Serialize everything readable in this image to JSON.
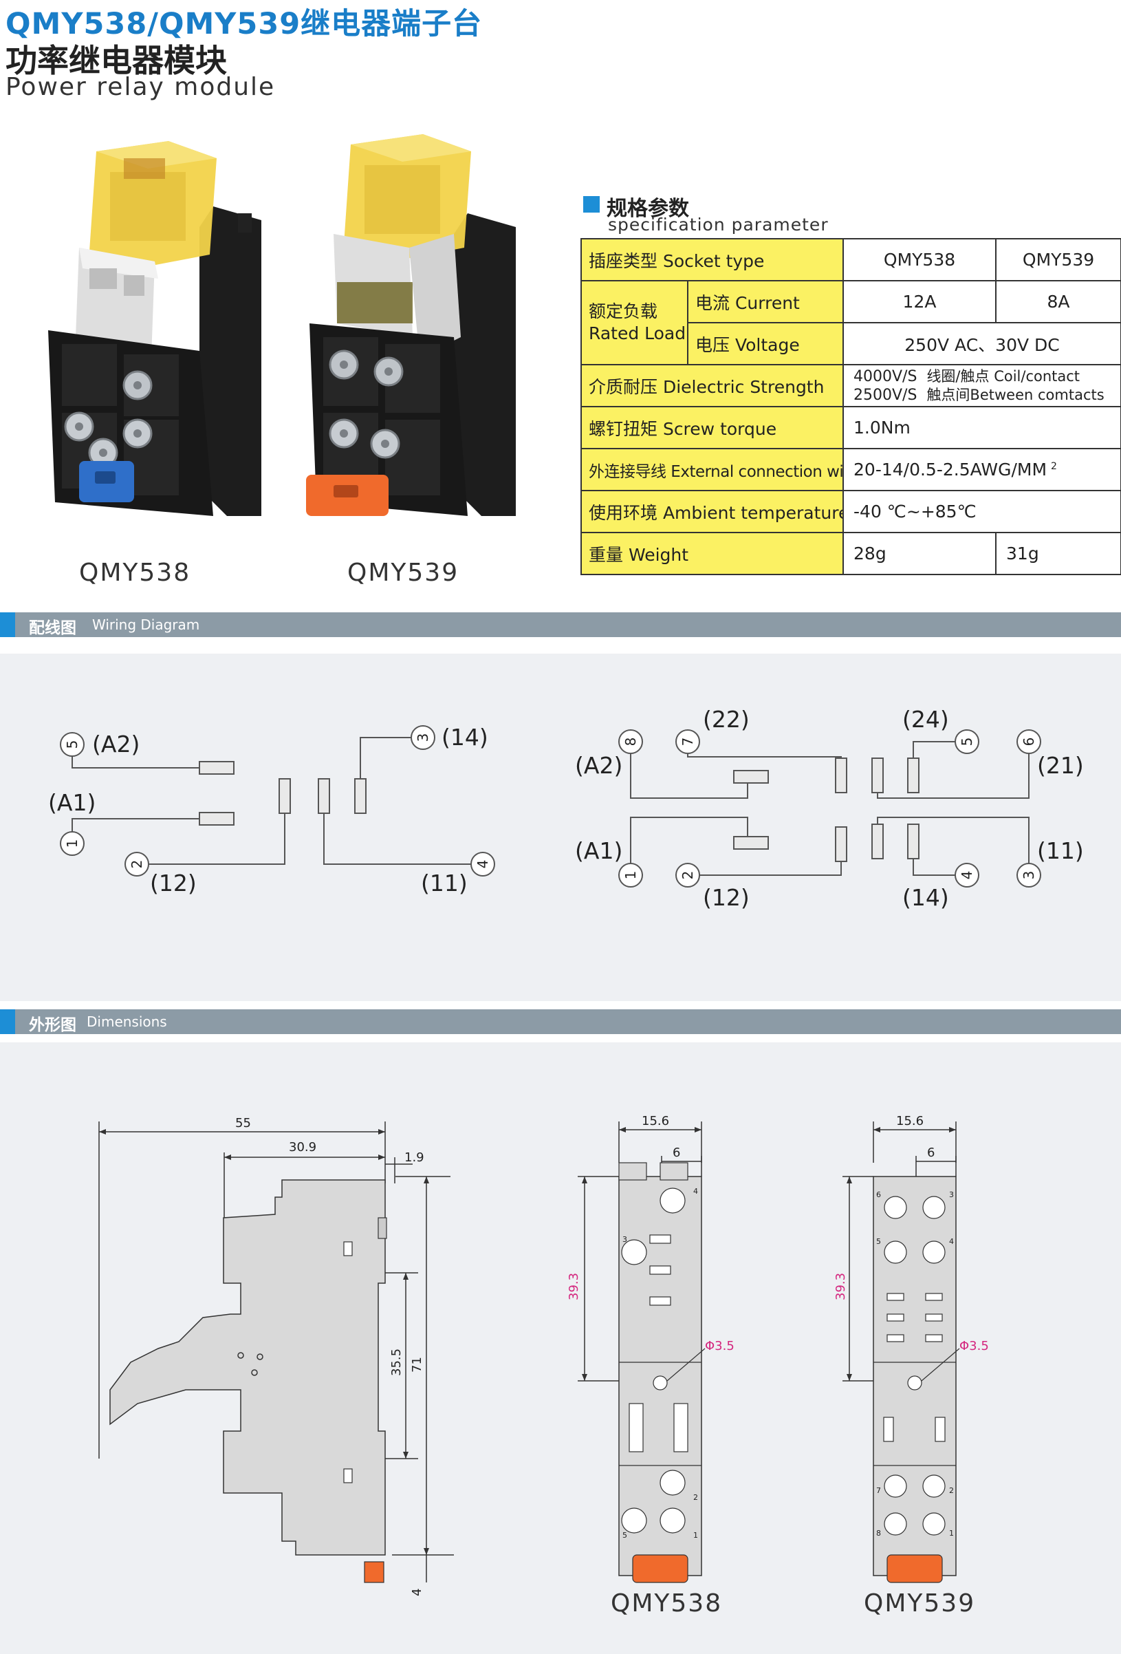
{
  "header": {
    "title": "QMY538/QMY539继电器端子台",
    "subtitle_cn": "功率继电器模块",
    "subtitle_en": "Power relay module"
  },
  "products": [
    {
      "caption": "QMY538",
      "tab_color": "#2f6fc9"
    },
    {
      "caption": "QMY539",
      "tab_color": "#f06a2c"
    }
  ],
  "spec": {
    "heading_cn": "规格参数",
    "heading_en": "specification parameter",
    "rows": {
      "socket_type": {
        "label": "插座类型 Socket type",
        "v1": "QMY538",
        "v2": "QMY539"
      },
      "rated_load": {
        "label_cn": "额定负载",
        "label_en": "Rated Load"
      },
      "current": {
        "label": "电流 Current",
        "v1": "12A",
        "v2": "8A"
      },
      "voltage": {
        "label": "电压 Voltage",
        "value": "250V AC、30V DC"
      },
      "dielectric": {
        "label": "介质耐压 Dielectric Strength",
        "line1_val": "4000V/S",
        "line1_desc": "线圈/触点 Coil/contact",
        "line2_val": "2500V/S",
        "line2_desc": "触点间Between comtacts"
      },
      "screw_torque": {
        "label": "螺钉扭矩 Screw torque",
        "value": "1.0Nm"
      },
      "wire": {
        "label": "外连接导线 External connection wire",
        "value": "20-14/0.5-2.5AWG/MM",
        "sup": "2"
      },
      "ambient": {
        "label": "使用环境 Ambient temperature",
        "value": "-40 ℃~+85℃"
      },
      "weight": {
        "label": "重量 Weight",
        "v1": "28g",
        "v2": "31g"
      }
    }
  },
  "wiring": {
    "band_cn": "配线图",
    "band_en": "Wiring Diagram",
    "left": {
      "pins": [
        "5",
        "1",
        "2",
        "3",
        "4"
      ],
      "labels": [
        "(A2)",
        "(A1)",
        "(12)",
        "(14)",
        "(11)"
      ]
    },
    "right": {
      "pins": [
        "8",
        "7",
        "5",
        "6",
        "1",
        "2",
        "4",
        "3"
      ],
      "labels": [
        "(A2)",
        "(22)",
        "(24)",
        "(21)",
        "(A1)",
        "(12)",
        "(14)",
        "(11)"
      ]
    }
  },
  "dimensions": {
    "band_cn": "外形图",
    "band_en": "Dimensions",
    "side": {
      "d55": "55",
      "d30_9": "30.9",
      "d1_9": "1.9",
      "d35_5": "35.5",
      "d71": "71",
      "d4": "4"
    },
    "front1": {
      "d15_6": "15.6",
      "d6": "6",
      "d39_3": "39.3",
      "phi": "Φ3.5",
      "caption": "QMY538",
      "pins": [
        "4",
        "3",
        "2",
        "1",
        "5"
      ]
    },
    "front2": {
      "d15_6": "15.6",
      "d6": "6",
      "d39_3": "39.3",
      "phi": "Φ3.5",
      "caption": "QMY539",
      "pins": [
        "6",
        "3",
        "5",
        "4",
        "7",
        "2",
        "8",
        "1"
      ]
    }
  },
  "colors": {
    "accent_blue": "#1a7ec8",
    "table_yellow": "#fbf163",
    "band_gray": "#8c9ba6",
    "dim_magenta": "#d4267e",
    "orange": "#f06a2c"
  }
}
